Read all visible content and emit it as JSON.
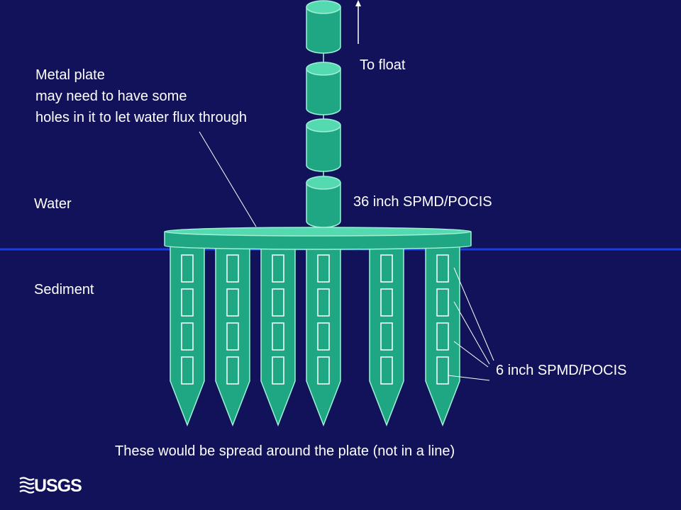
{
  "labels": {
    "metal_plate_line1": "Metal plate",
    "metal_plate_line2": "may need to have some",
    "metal_plate_line3": "holes in it to let water flux through",
    "to_float": "To float",
    "water": "Water",
    "spmd_36": "36 inch SPMD/POCIS",
    "sediment": "Sediment",
    "spmd_6": "6 inch SPMD/POCIS",
    "spread_note": "These would be spread around the plate (not in a line)"
  },
  "logo": {
    "text": "USGS"
  },
  "colors": {
    "background": "#12125a",
    "element_fill": "#1fa784",
    "element_top": "#55d9b0",
    "outline": "#9ff0d4",
    "waterline": "#1a3ee6",
    "text": "#ffffff"
  }
}
